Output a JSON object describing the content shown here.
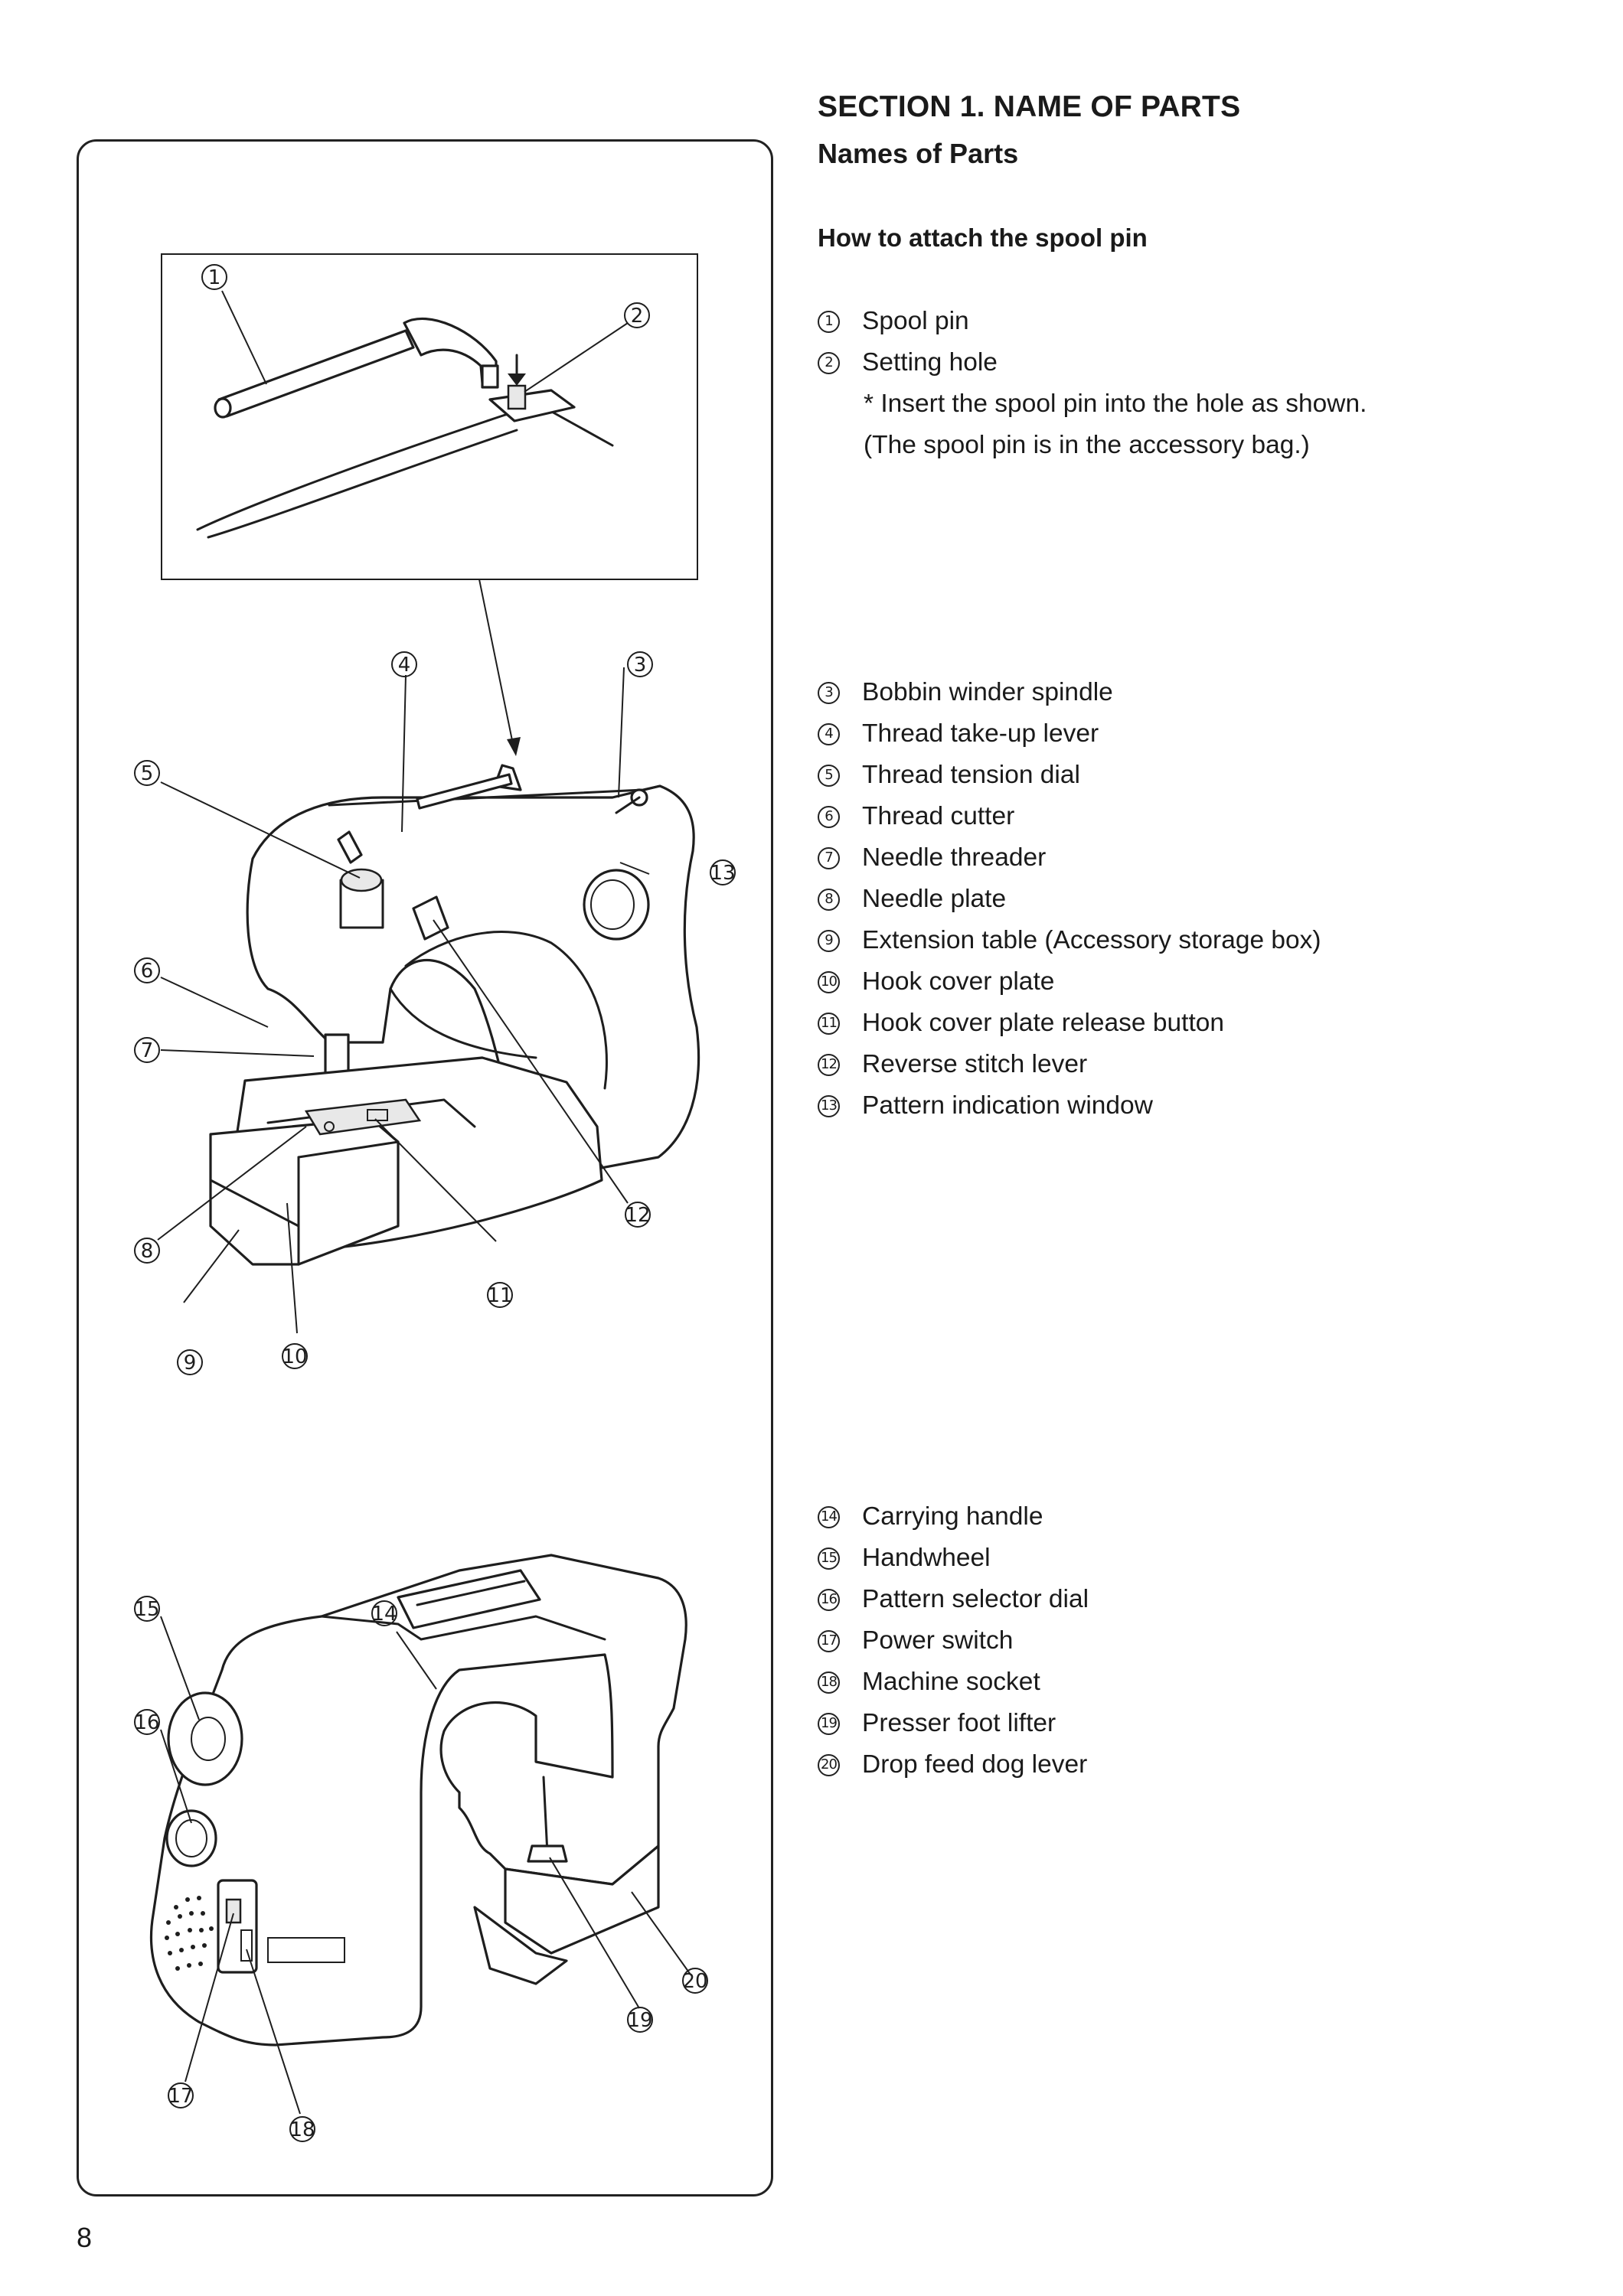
{
  "header": {
    "section_title": "SECTION 1.  NAME OF PARTS",
    "subtitle": "Names of Parts",
    "attach_title": "How to attach the spool pin"
  },
  "spool_parts": [
    {
      "num": "1",
      "label": "Spool pin"
    },
    {
      "num": "2",
      "label": "Setting hole"
    }
  ],
  "spool_note": {
    "line1": "*  Insert the spool pin into the hole as shown.",
    "line2": "(The spool pin is in the accessory bag.)"
  },
  "front_parts": [
    {
      "num": "3",
      "label": "Bobbin winder spindle"
    },
    {
      "num": "4",
      "label": "Thread take-up lever"
    },
    {
      "num": "5",
      "label": "Thread tension dial"
    },
    {
      "num": "6",
      "label": "Thread cutter"
    },
    {
      "num": "7",
      "label": "Needle threader"
    },
    {
      "num": "8",
      "label": "Needle plate"
    },
    {
      "num": "9",
      "label": "Extension table (Accessory storage box)"
    },
    {
      "num": "10",
      "label": "Hook cover plate"
    },
    {
      "num": "11",
      "label": "Hook cover plate release button"
    },
    {
      "num": "12",
      "label": "Reverse stitch lever"
    },
    {
      "num": "13",
      "label": "Pattern indication window"
    }
  ],
  "back_parts": [
    {
      "num": "14",
      "label": "Carrying handle"
    },
    {
      "num": "15",
      "label": "Handwheel"
    },
    {
      "num": "16",
      "label": "Pattern selector dial"
    },
    {
      "num": "17",
      "label": "Power switch"
    },
    {
      "num": "18",
      "label": "Machine socket"
    },
    {
      "num": "19",
      "label": "Presser foot lifter"
    },
    {
      "num": "20",
      "label": "Drop feed dog lever"
    }
  ],
  "page_number": "8"
}
